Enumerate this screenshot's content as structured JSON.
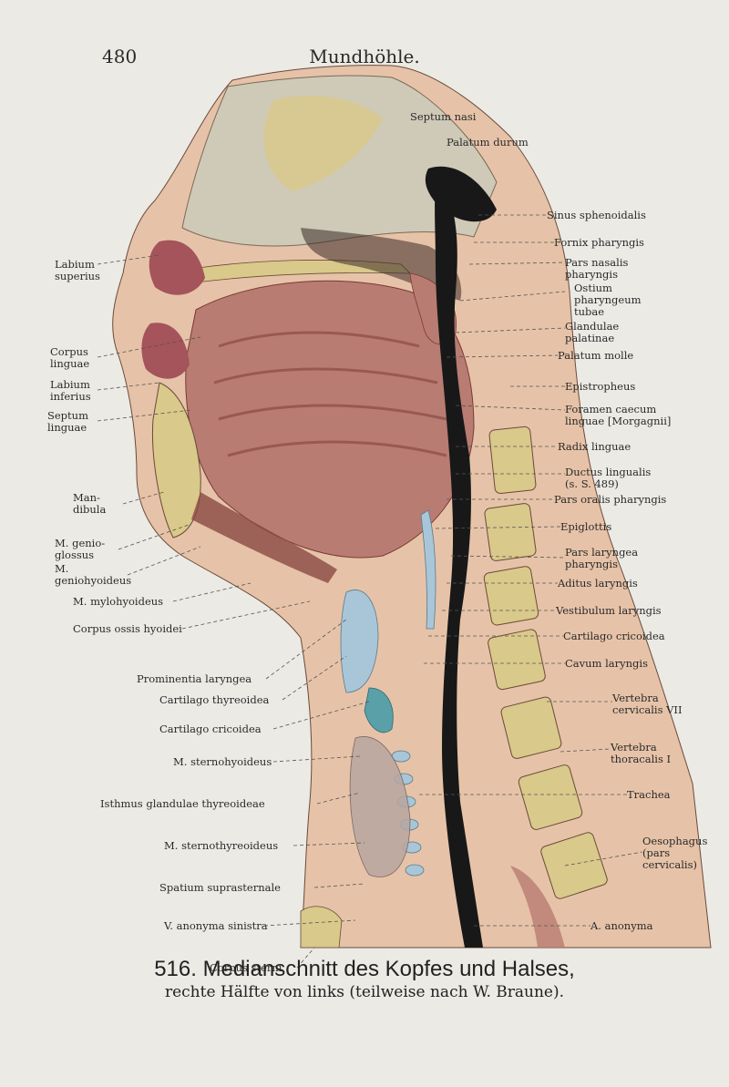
{
  "header": {
    "page_number": "480",
    "section": "Mundhöhle."
  },
  "labels": {
    "septum_nasi": "Septum nasi",
    "palatum_durum": "Palatum durum",
    "sinus_sphenoidalis": "Sinus sphenoidalis",
    "fornix_pharyngis": "Fornix pharyngis",
    "pars_nasalis": "Pars nasalis\npharyngis",
    "ostium": "Ostium\npharyngeum\ntubae",
    "glandulae_palatinae": "Glandulae\npalatinae",
    "palatum_molle": "Palatum molle",
    "epistropheus": "Epistropheus",
    "foramen_caecum": "Foramen caecum\nlinguae [Morgagnii]",
    "radix_linguae": "Radix linguae",
    "ductus_lingualis": "Ductus lingualis\n(s. S. 489)",
    "pars_oralis": "Pars oralis pharyngis",
    "epiglottis": "Epiglottis",
    "pars_laryngea": "Pars laryngea\npharyngis",
    "aditus_laryngis": "Aditus laryngis",
    "vestibulum_laryngis": "Vestibulum laryngis",
    "cartilago_cricoidea_right": "Cartilago cricoidea",
    "cavum_laryngis": "Cavum laryngis",
    "vertebra_cervicalis": "Vertebra\ncervicalis VII",
    "vertebra_thoracalis": "Vertebra\nthoracalis I",
    "trachea": "Trachea",
    "oesophagus": "Oesophagus\n(pars\ncervicalis)",
    "a_anonyma": "A. anonyma",
    "labium_superius": "Labium\nsuperius",
    "corpus_linguae": "Corpus\nlinguae",
    "labium_inferius": "Labium\ninferius",
    "septum_linguae": "Septum\nlinguae",
    "mandibula": "Man-\ndibula",
    "m_genioglossus": "M. genio-\nglossus",
    "m_geniohyoideus": "M.\ngeniohyoideus",
    "m_mylohyoideus": "M. mylohyoideus",
    "corpus_ossis_hyoidei": "Corpus ossis hyoidei",
    "prominentia_laryngea": "Prominentia laryngea",
    "cartilago_thyreoidea": "Cartilago thyreoidea",
    "cartilago_cricoidea_left": "Cartilago cricoidea",
    "m_sternohyoideus": "M. sternohyoideus",
    "isthmus_glandulae": "Isthmus glandulae thyreoideae",
    "m_sternothyreoideus": "M. sternothyreoideus",
    "spatium_suprasternale": "Spatium suprasternale",
    "v_anonyma_sinistra": "V. anonyma sinistra",
    "corpus_sterni": "Corpus sterni"
  },
  "caption": {
    "number_title": "516. Medianschnitt des Kopfes und Halses,",
    "subtitle": "rechte Hälfte von links (teilweise nach W. Braune)."
  },
  "colors": {
    "background": "#ebeae5",
    "bone": "#d9c98a",
    "skin": "#e6c3a8",
    "muscle": "#b87c72",
    "muscle_dark": "#8a4a44",
    "cartilage": "#a9c6d8",
    "airway": "#181818",
    "brain": "#cfc9b8"
  }
}
